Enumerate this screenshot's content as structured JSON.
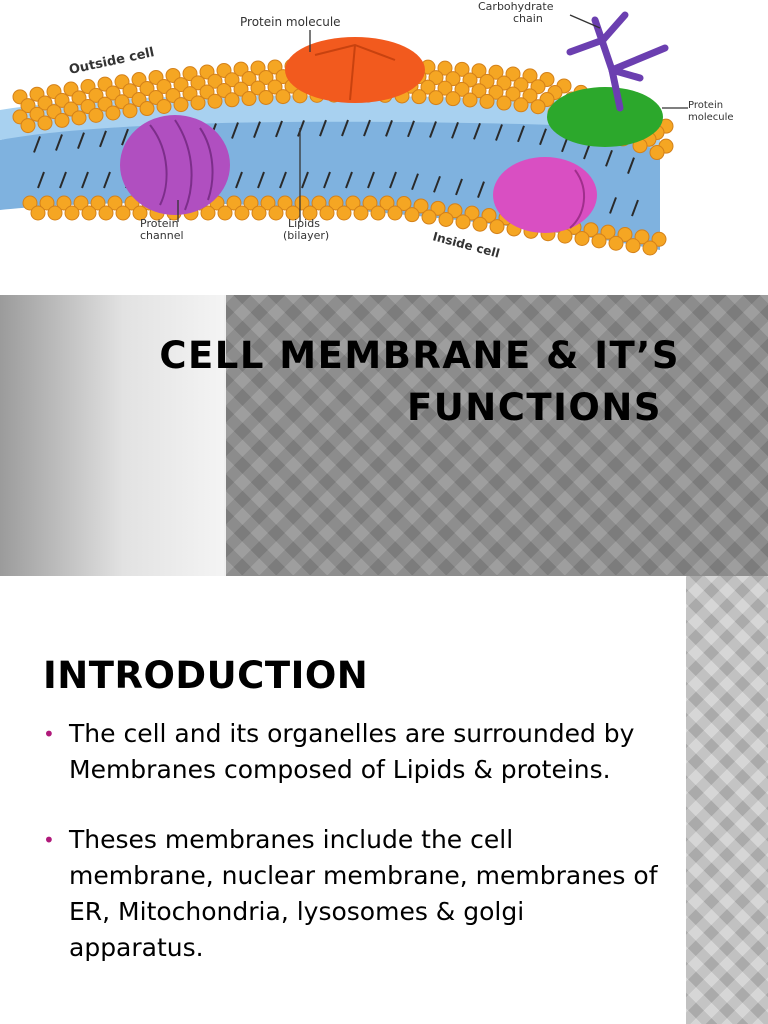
{
  "diagram": {
    "labels": {
      "protein_molecule_top": "Protein molecule",
      "carbohydrate_line1": "Carbohydrate",
      "carbohydrate_line2": "chain",
      "protein_molecule_right_line1": "Protein",
      "protein_molecule_right_line2": "molecule",
      "outside_cell": "Outside cell",
      "inside_cell": "Inside cell",
      "protein_channel_line1": "Protein",
      "protein_channel_line2": "channel",
      "lipids_line1": "Lipids",
      "lipids_line2": "(bilayer)"
    },
    "colors": {
      "lipid_head": "#f5a623",
      "lipid_tail_band": "#7fb2df",
      "protein_top": "#f25a1e",
      "protein_green": "#2ca82c",
      "protein_channel": "#b04fc0",
      "protein_pink": "#d94fc2",
      "carbohydrate": "#6b3fb0"
    }
  },
  "title_slide": {
    "title_line1": "CELL MEMBRANE & IT’S",
    "title_line2": "FUNCTIONS"
  },
  "intro_slide": {
    "heading": "INTRODUCTION",
    "bullet_glyph": "•",
    "bullets": [
      "The cell and its organelles are surrounded by Membranes composed of Lipids & proteins.",
      "Theses membranes include the cell membrane, nuclear membrane, membranes of ER, Mitochondria, lysosomes & golgi apparatus."
    ]
  }
}
